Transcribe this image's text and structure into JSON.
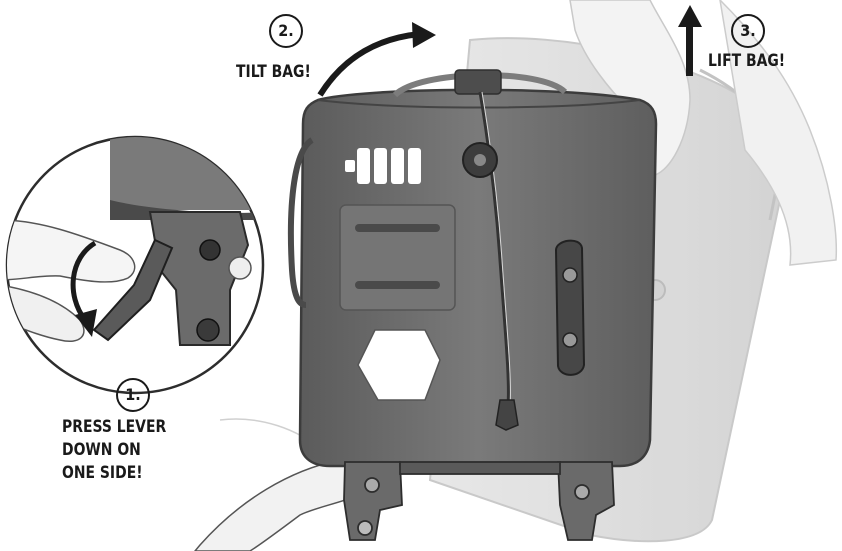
{
  "steps": [
    {
      "number": "1.",
      "lines": [
        "PRESS LEVER",
        "DOWN ON",
        "ONE SIDE!"
      ]
    },
    {
      "number": "2.",
      "text": "TILT BAG!"
    },
    {
      "number": "3.",
      "text": "LIFT BAG!"
    }
  ],
  "colors": {
    "bag_body": "#6d6d6d",
    "bag_edge": "#3c3c3c",
    "ghost_bag": "#dcdcdc",
    "hardware": "#5a5a5a",
    "label_white": "#ffffff",
    "text": "#1a1a1a"
  }
}
